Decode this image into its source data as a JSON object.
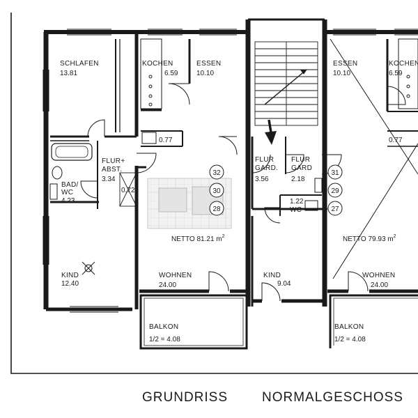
{
  "caption": {
    "left": "GRUNDRISS",
    "right": "NORMALGESCHOSS"
  },
  "apartment_left": {
    "rooms": {
      "schlafen": {
        "label": "SCHLAFEN",
        "area": "13.81"
      },
      "kochen": {
        "label": "KOCHEN",
        "area": "6.59"
      },
      "essen": {
        "label": "ESSEN",
        "area": "10.10"
      },
      "flur_abst": {
        "label_1": "FLUR+",
        "label_2": "ABST.",
        "area": "3.34"
      },
      "bad_wc": {
        "label_1": "BAD/",
        "label_2": "WC",
        "area": "4.23"
      },
      "kind": {
        "label": "KIND",
        "area": "12.40"
      },
      "wohnen": {
        "label": "WOHNEN",
        "area": "24.00"
      },
      "balkon": {
        "label": "BALKON",
        "area": "1/2 = 4.08"
      }
    },
    "small_areas": {
      "cupboard": "0.77",
      "storage": "0.72"
    },
    "netto": {
      "label": "NETTO 81.21 m",
      "sup": "2"
    },
    "circles": [
      "32",
      "30",
      "28"
    ]
  },
  "apartment_middle": {
    "flur_gard_a": {
      "label_1": "FLUR",
      "label_2": "GARD.",
      "area": "3.56"
    },
    "flur_gard_b": {
      "label_1": "FLUR",
      "label_2": "GARD",
      "area": "2.18"
    },
    "wc": {
      "label": "WC",
      "area": "1.22"
    },
    "kind": {
      "label": "KIND",
      "area": "9.04"
    }
  },
  "apartment_right": {
    "rooms": {
      "essen": {
        "label": "ESSEN",
        "area": "10.10"
      },
      "kochen": {
        "label": "KOCHEN",
        "area": "6.59"
      },
      "wohnen": {
        "label": "WOHNEN",
        "area": "24.00"
      },
      "balkon": {
        "label": "BALKON",
        "area": "1/2 = 4.08"
      }
    },
    "small_areas": {
      "cupboard": "0.77"
    },
    "netto": {
      "label": "NETTO 79.93 m",
      "sup": "2"
    },
    "circles": [
      "31",
      "29",
      "27"
    ]
  }
}
